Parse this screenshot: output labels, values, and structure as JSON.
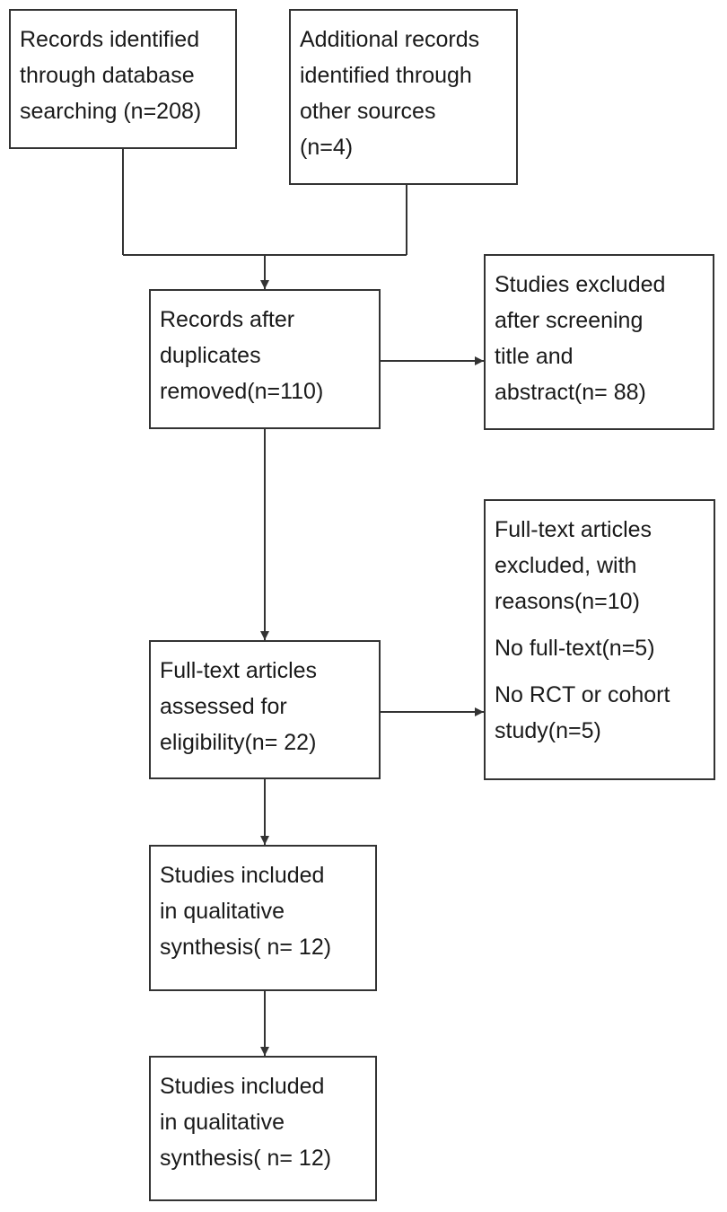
{
  "flowchart": {
    "box_database": {
      "lines": [
        "Records identified",
        "through database",
        "searching (n=208)"
      ]
    },
    "box_other_sources": {
      "lines": [
        "Additional records",
        "identified through",
        "other sources",
        "(n=4)"
      ]
    },
    "box_after_duplicates": {
      "lines": [
        "Records after",
        "duplicates",
        "removed(n=110)"
      ]
    },
    "box_excluded_screening": {
      "lines": [
        "Studies excluded",
        "after screening",
        "title and",
        "abstract(n= 88)"
      ]
    },
    "box_full_text_assessed": {
      "lines": [
        "Full-text articles",
        "assessed for",
        "eligibility(n= 22)"
      ]
    },
    "box_full_text_excluded": {
      "lines": [
        "Full-text articles",
        "excluded, with",
        "reasons(n=10)"
      ],
      "reasons": [
        "No full-text(n=5)",
        "No RCT or cohort",
        "study(n=5)"
      ]
    },
    "box_qualitative_1": {
      "lines": [
        "Studies included",
        "in qualitative",
        "synthesis( n= 12)"
      ]
    },
    "box_qualitative_2": {
      "lines": [
        "Studies included",
        "in qualitative",
        "synthesis( n= 12)"
      ]
    }
  }
}
